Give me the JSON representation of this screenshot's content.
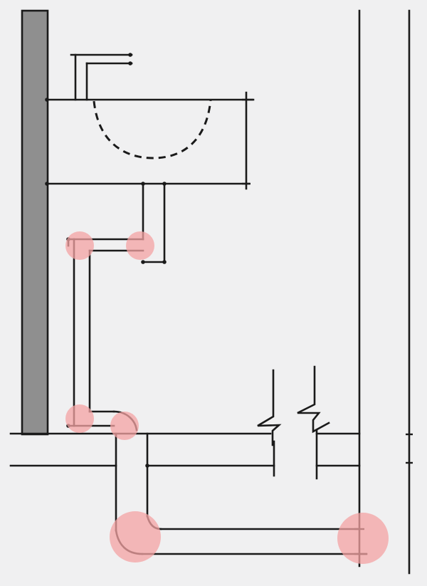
{
  "drawing": {
    "kind": "plumbing-section-sketch",
    "background_color": "#ffffff",
    "panel_color": "#f0f0f1",
    "line_color": "#1a1a1a",
    "wall_fill_color": "#8f8f8f",
    "highlight_color": "#f4a3a3",
    "highlight_opacity": 0.75,
    "highlight_markers_count": 6
  }
}
